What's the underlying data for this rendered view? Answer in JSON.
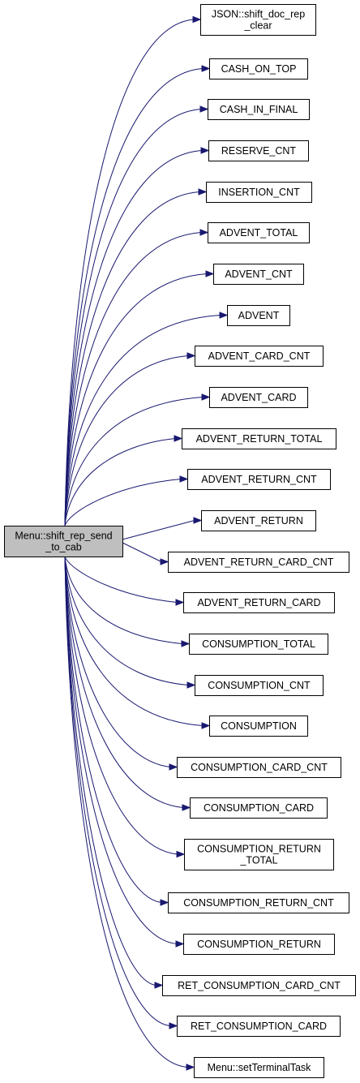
{
  "graph": {
    "source": {
      "label_lines": [
        "Menu::shift_rep_send",
        "_to_cab"
      ]
    },
    "targets": [
      {
        "label_lines": [
          "JSON::shift_doc_rep",
          "_clear"
        ]
      },
      {
        "label_lines": [
          "CASH_ON_TOP"
        ]
      },
      {
        "label_lines": [
          "CASH_IN_FINAL"
        ]
      },
      {
        "label_lines": [
          "RESERVE_CNT"
        ]
      },
      {
        "label_lines": [
          "INSERTION_CNT"
        ]
      },
      {
        "label_lines": [
          "ADVENT_TOTAL"
        ]
      },
      {
        "label_lines": [
          "ADVENT_CNT"
        ]
      },
      {
        "label_lines": [
          "ADVENT"
        ]
      },
      {
        "label_lines": [
          "ADVENT_CARD_CNT"
        ]
      },
      {
        "label_lines": [
          "ADVENT_CARD"
        ]
      },
      {
        "label_lines": [
          "ADVENT_RETURN_TOTAL"
        ]
      },
      {
        "label_lines": [
          "ADVENT_RETURN_CNT"
        ]
      },
      {
        "label_lines": [
          "ADVENT_RETURN"
        ]
      },
      {
        "label_lines": [
          "ADVENT_RETURN_CARD_CNT"
        ]
      },
      {
        "label_lines": [
          "ADVENT_RETURN_CARD"
        ]
      },
      {
        "label_lines": [
          "CONSUMPTION_TOTAL"
        ]
      },
      {
        "label_lines": [
          "CONSUMPTION_CNT"
        ]
      },
      {
        "label_lines": [
          "CONSUMPTION"
        ]
      },
      {
        "label_lines": [
          "CONSUMPTION_CARD_CNT"
        ]
      },
      {
        "label_lines": [
          "CONSUMPTION_CARD"
        ]
      },
      {
        "label_lines": [
          "CONSUMPTION_RETURN",
          "_TOTAL"
        ]
      },
      {
        "label_lines": [
          "CONSUMPTION_RETURN_CNT"
        ]
      },
      {
        "label_lines": [
          "CONSUMPTION_RETURN"
        ]
      },
      {
        "label_lines": [
          "RET_CONSUMPTION_CARD_CNT"
        ]
      },
      {
        "label_lines": [
          "RET_CONSUMPTION_CARD"
        ]
      },
      {
        "label_lines": [
          "Menu::setTerminalTask"
        ]
      }
    ],
    "colors": {
      "edge": "#191970",
      "root_fill": "#bfbfbf",
      "node_fill": "#ffffff",
      "node_border": "#000000"
    }
  }
}
